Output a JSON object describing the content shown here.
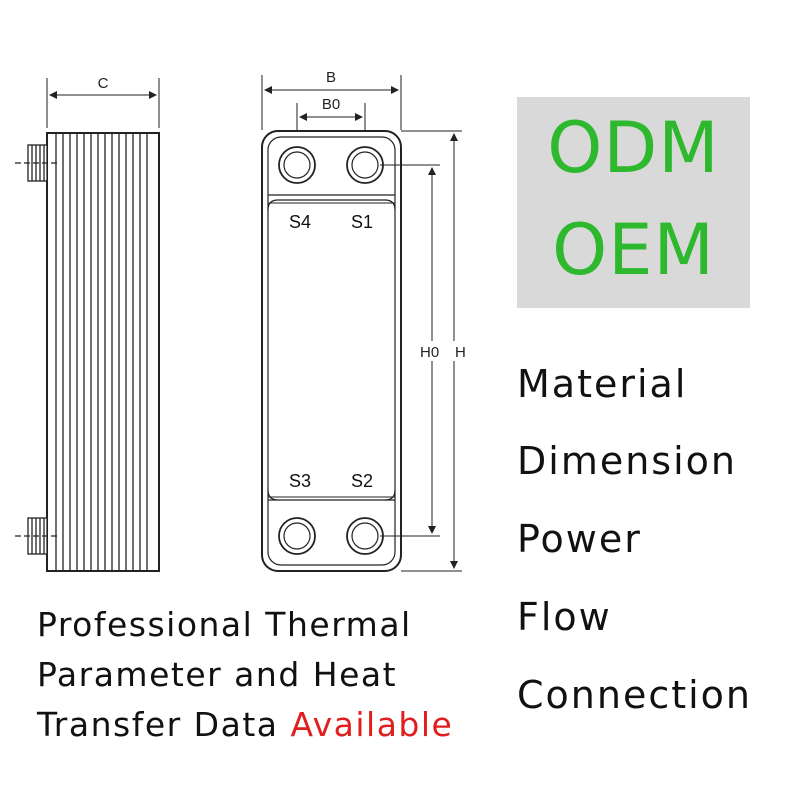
{
  "dimensions": {
    "c": "C",
    "b": "B",
    "b0": "B0",
    "h0": "H0",
    "h": "H"
  },
  "ports": {
    "s1": "S1",
    "s2": "S2",
    "s3": "S3",
    "s4": "S4"
  },
  "badge": {
    "line1": "ODM",
    "line2": "OEM",
    "text_color": "#2db82d",
    "background": "#d9d9d9"
  },
  "features": [
    "Material",
    "Dimension",
    "Power",
    "Flow",
    "Connection"
  ],
  "caption": {
    "line1": "Professional Thermal",
    "line2": "Parameter and Heat",
    "line3_prefix": "Transfer Data",
    "line3_highlight": "Available",
    "highlight_color": "#e01e1e"
  }
}
